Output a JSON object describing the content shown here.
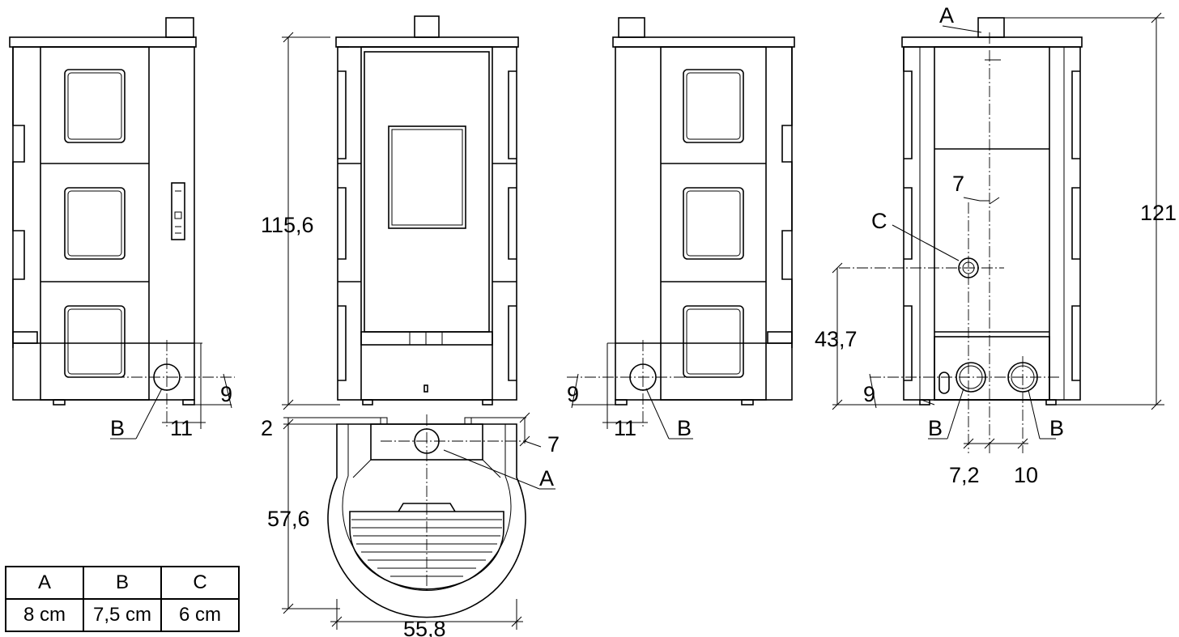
{
  "dimensions": {
    "left": {
      "b_label": "B",
      "b_height": "9",
      "b_offset": "11"
    },
    "front": {
      "height": "115,6"
    },
    "top_view": {
      "offset_back": "2",
      "a_depth": "7",
      "a_label": "A",
      "depth": "57,6",
      "width": "55,8"
    },
    "right": {
      "b_height": "9",
      "b_offset": "11",
      "b_label": "B"
    },
    "rear": {
      "a_label": "A",
      "total_height": "121",
      "c_offset": "7",
      "c_label": "C",
      "c_height": "43,7",
      "b_height": "9",
      "b_label_left": "B",
      "b_label_right": "B",
      "b_left_offset": "7,2",
      "b_right_offset": "10"
    }
  },
  "legend": {
    "headers": [
      "A",
      "B",
      "C"
    ],
    "values": [
      "8 cm",
      "7,5 cm",
      "6 cm"
    ]
  }
}
